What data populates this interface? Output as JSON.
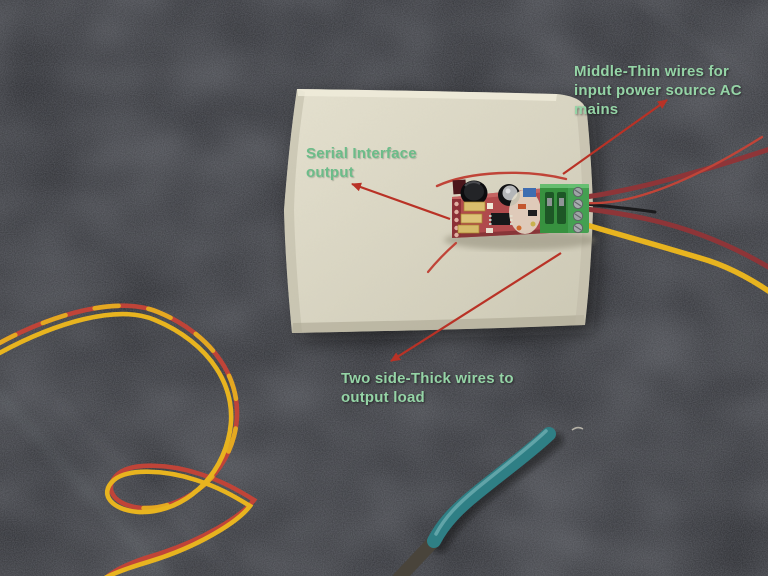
{
  "scene": {
    "description": "Annotated photograph of a small serial-output power supply PCB with green screw terminal block, resting on a white foam block on dark carpet",
    "colors": {
      "carpet": "#26272b",
      "foam": "#d8d4c1",
      "pcb": "#b04a4c",
      "terminal": "#44a051",
      "arrow": "#b93226",
      "label_on_dark": "#95d4a6",
      "label_on_foam": "#6cbc89",
      "wire_thick": "#8e3538",
      "wire_thin": "#c04438",
      "wire_yellow": "#e8b41f",
      "cable_teal": "#2f7f85"
    }
  },
  "annotations": {
    "serial": {
      "lines": [
        "Serial Interface",
        "output"
      ]
    },
    "mains": {
      "lines": [
        "Middle-Thin wires for",
        "input power source AC",
        "mains"
      ]
    },
    "load": {
      "lines": [
        "Two side-Thick wires to",
        "output load"
      ]
    }
  }
}
